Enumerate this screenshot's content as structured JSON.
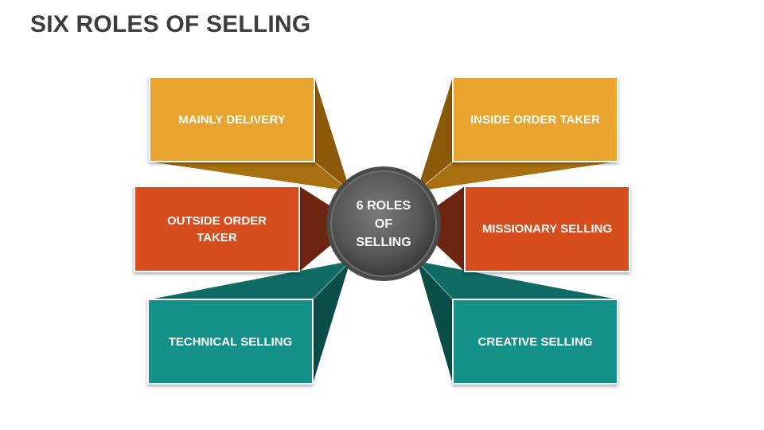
{
  "title": "SIX ROLES OF SELLING",
  "hub": {
    "label": "6 ROLES OF SELLING"
  },
  "roles": [
    {
      "label": "MAINLY DELIVERY",
      "color": "#e8a42c"
    },
    {
      "label": "INSIDE ORDER TAKER",
      "color": "#e8a42c"
    },
    {
      "label": "OUTSIDE ORDER TAKER",
      "color": "#d84d1e"
    },
    {
      "label": "MISSIONARY SELLING",
      "color": "#d84d1e"
    },
    {
      "label": "TECHNICAL SELLING",
      "color": "#14928a"
    },
    {
      "label": "CREATIVE SELLING",
      "color": "#14928a"
    }
  ],
  "colors": {
    "orange": "#e8a42c",
    "orange_dark": "#8a5a08",
    "red": "#d84d1e",
    "red_dark": "#6e2510",
    "teal": "#14928a",
    "teal_dark": "#0b4d48",
    "hub": "#5a5a5a"
  }
}
